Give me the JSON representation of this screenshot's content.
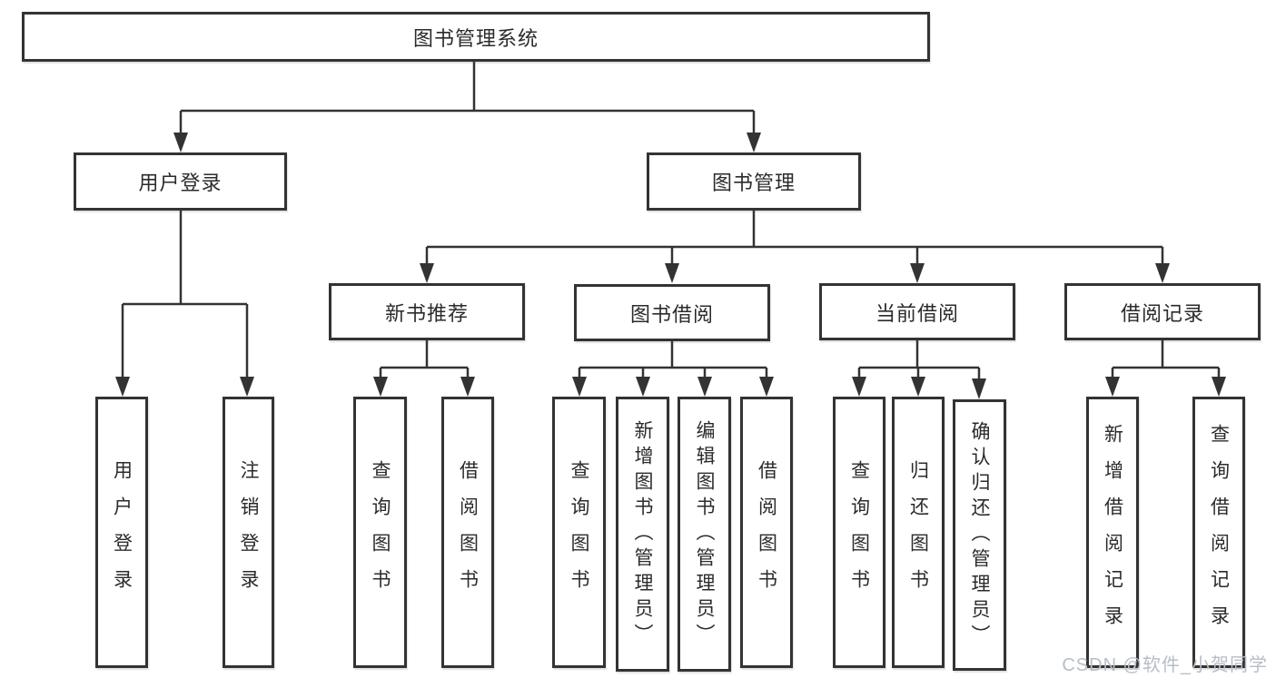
{
  "colors": {
    "line": "#333333",
    "box_border": "#333333",
    "text": "#2b2b2b",
    "watermark": "#b7bdc7",
    "background": "#ffffff"
  },
  "tree": {
    "root": {
      "label": "图书管理系统"
    },
    "children": [
      {
        "label": "用户登录",
        "children": [
          {
            "label": "用户登录"
          },
          {
            "label": "注销登录"
          }
        ]
      },
      {
        "label": "图书管理",
        "children": [
          {
            "label": "新书推荐",
            "children": [
              {
                "label": "查询图书"
              },
              {
                "label": "借阅图书"
              }
            ]
          },
          {
            "label": "图书借阅",
            "children": [
              {
                "label": "查询图书"
              },
              {
                "label": "新增图书（管理员）"
              },
              {
                "label": "编辑图书（管理员）"
              },
              {
                "label": "借阅图书"
              }
            ]
          },
          {
            "label": "当前借阅",
            "children": [
              {
                "label": "查询图书"
              },
              {
                "label": "归还图书"
              },
              {
                "label": "确认归还（管理员）"
              }
            ]
          },
          {
            "label": "借阅记录",
            "children": [
              {
                "label": "新增借阅记录"
              },
              {
                "label": "查询借阅记录"
              }
            ]
          }
        ]
      }
    ]
  },
  "watermark": {
    "text": "CSDN @软件_小贺同学"
  }
}
